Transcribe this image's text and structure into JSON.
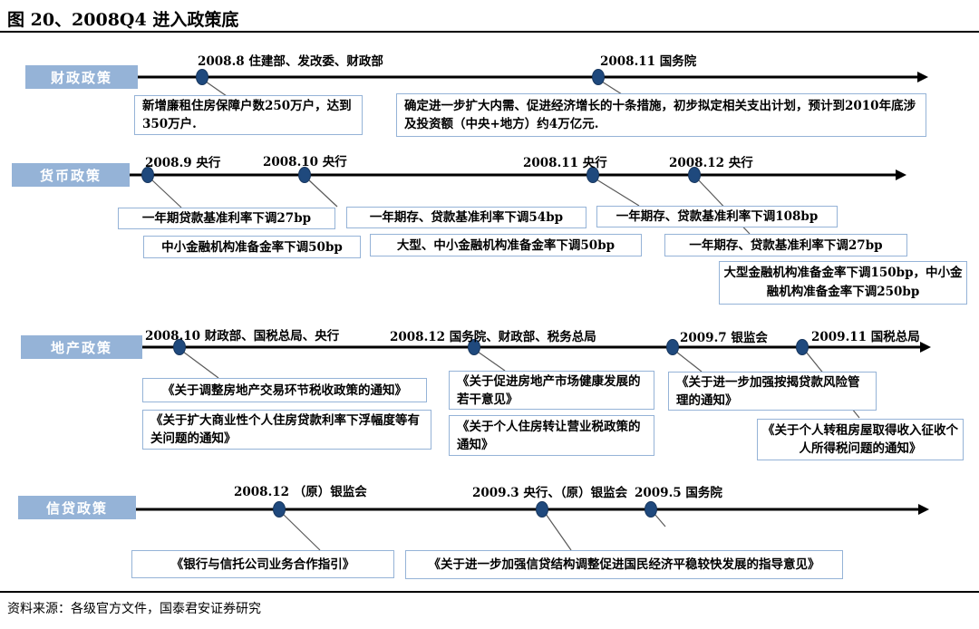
{
  "title": "图 20、2008Q4 进入政策底",
  "source": "资料来源：各级官方文件，国泰君安证券研究",
  "colors": {
    "label_bg": "#95B3D7",
    "label_text": "#FFFFFF",
    "dot_fill": "#1F497D",
    "dot_stroke": "#17365D",
    "box_border": "#95B3D7",
    "timeline_line": "#000000",
    "connector": "#595959"
  },
  "timelines": [
    {
      "label": "财政政策",
      "events": [
        "2008.8 住建部、发改委、财政部",
        "2008.11 国务院"
      ],
      "boxes": [
        "新增廉租住房保障户数250万户，达到350万户.",
        "确定进一步扩大内需、促进经济增长的十条措施，初步拟定相关支出计划，预计到2010年底涉及投资额（中央+地方）约4万亿元."
      ]
    },
    {
      "label": "货币政策",
      "events": [
        "2008.9 央行",
        "2008.10 央行",
        "2008.11 央行",
        "2008.12 央行"
      ],
      "boxes": [
        "一年期贷款基准利率下调27bp",
        "一年期存、贷款基准利率下调54bp",
        "一年期存、贷款基准利率下调108bp",
        "中小金融机构准备金率下调50bp",
        "大型、中小金融机构准备金率下调50bp",
        "一年期存、贷款基准利率下调27bp",
        "大型金融机构准备金率下调150bp，中小金融机构准备金率下调250bp"
      ]
    },
    {
      "label": "地产政策",
      "events": [
        "2008.10 财政部、国税总局、央行",
        "2008.12 国务院、财政部、税务总局",
        "2009.7 银监会",
        "2009.11 国税总局"
      ],
      "boxes": [
        "《关于调整房地产交易环节税收政策的通知》",
        "《关于扩大商业性个人住房贷款利率下浮幅度等有关问题的通知》",
        "《关于促进房地产市场健康发展的若干意见》",
        "《关于个人住房转让营业税政策的通知》",
        "《关于进一步加强按揭贷款风险管理的通知》",
        "《关于个人转租房屋取得收入征收个人所得税问题的通知》"
      ]
    },
    {
      "label": "信贷政策",
      "events": [
        "2008.12 （原）银监会",
        "2009.3 央行、（原）银监会",
        "2009.5 国务院"
      ],
      "boxes": [
        "《银行与信托公司业务合作指引》",
        "《关于进一步加强信贷结构调整促进国民经济平稳较快发展的指导意见》"
      ]
    }
  ]
}
